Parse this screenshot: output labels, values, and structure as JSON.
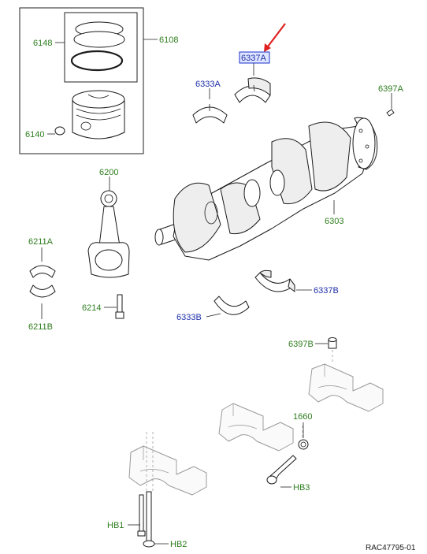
{
  "colors": {
    "green_label": "#2e7d1e",
    "blue_label": "#1f2fa8",
    "arrow": "#e02020",
    "ink": "#1a1a1a"
  },
  "labels": {
    "p6148": "6148",
    "p6108": "6108",
    "p6140": "6140",
    "p6337A": "6337A",
    "p6333A": "6333A",
    "p6397A": "6397A",
    "p6200": "6200",
    "p6303": "6303",
    "p6211A": "6211A",
    "p6211B": "6211B",
    "p6214": "6214",
    "p6337B": "6337B",
    "p6333B": "6333B",
    "p6397B": "6397B",
    "p1660": "1660",
    "pHB3": "HB3",
    "pHB1": "HB1",
    "pHB2": "HB2"
  },
  "figure_code": "RAC47795-01"
}
